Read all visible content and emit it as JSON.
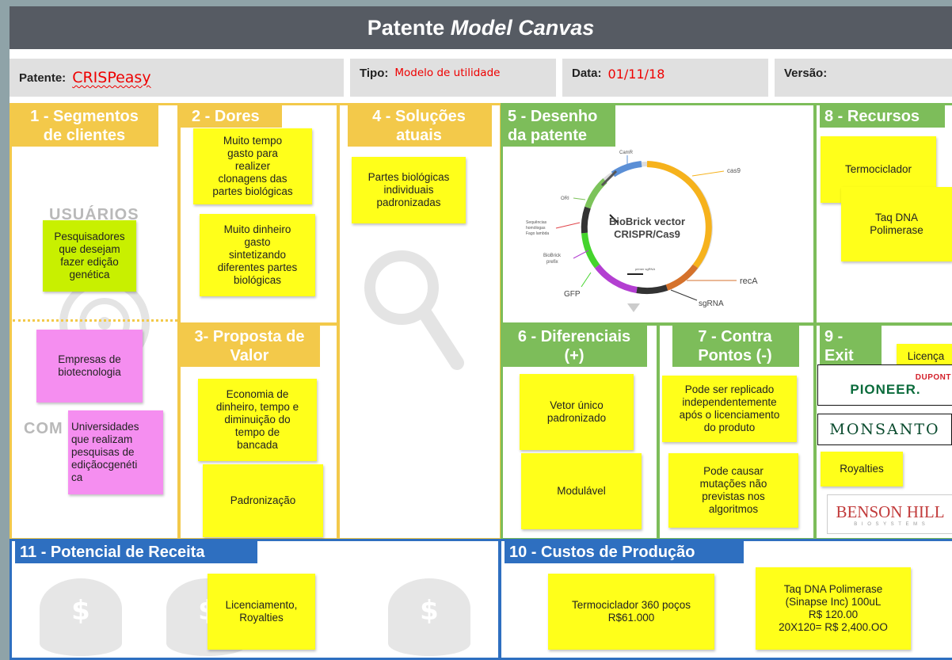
{
  "header": {
    "title_main": "Patente ",
    "title_italic": "Model Canvas"
  },
  "meta": {
    "patente_label": "Patente:",
    "patente_value": "CRISPeasy",
    "tipo_label": "Tipo:",
    "tipo_value": "Modelo de utilidade",
    "data_label": "Data:",
    "data_value": "01/11/18",
    "versao_label": "Versão:"
  },
  "sections": {
    "s1_line1": "1 - Segmentos",
    "s1_line2": "de clientes",
    "s2": "2 - Dores",
    "s3_line1": "3- Proposta de",
    "s3_line2": "Valor",
    "s4_line1": "4 - Soluções",
    "s4_line2": "atuais",
    "s5_line1": "5 - Desenho",
    "s5_line2": "da patente",
    "s6_line1": "6 - Diferenciais",
    "s6_line2": "(+)",
    "s7_line1": "7 - Contra",
    "s7_line2": "Pontos (-)",
    "s8": "8 - Recursos",
    "s9": "9 - Exit",
    "s10": "10 - Custos de Produção",
    "s11": "11 - Potencial de Receita"
  },
  "ghost": {
    "usuarios": "USUÁRIOS",
    "compradores": "COM"
  },
  "notes": {
    "pesquisadores": "Pesquisadores\nque desejam\nfazer edição\ngenética",
    "empresas": "Empresas de\nbiotecnologia",
    "universidades": "Universidades\nque realizam\npesquisas de\nediçãocgenéti\nca",
    "dor1": "Muito tempo\ngasto para\nrealizer\nclonagens das\npartes biológicas",
    "dor2": "Muito dinheiro\ngasto\nsintetizando\ndiferentes partes\nbiológicas",
    "prop1": "Economia de\ndinheiro, tempo e\ndiminuição do\ntempo de\nbancada",
    "prop2": "Padronização",
    "solucao1": "Partes biológicas\nindividuais\npadronizadas",
    "dif1": "Vetor único\npadronizado",
    "dif2": "Modulável",
    "contra1": "Pode ser replicado\nindependentemente\napós o licenciamento\ndo produto",
    "contra2": "Pode causar\nmutações não\nprevistas nos\nalgoritmos",
    "rec1": "Termociclador",
    "rec2": "Taq DNA\nPolimerase",
    "exit1": "Licença",
    "exit2": "Royalties",
    "receita1": "Licenciamento,\nRoyalties",
    "custo1": "Termociclador 360 poços\nR$61.000",
    "custo2": "Taq DNA Polimerase\n(Sinapse Inc) 100uL\nR$ 120.00\n20X120= R$ 2,400.OO"
  },
  "vector": {
    "title_line1": "BioBrick vector",
    "title_line2": "CRISPR/Cas9",
    "labels": {
      "camr": "CamR",
      "cas9": "cas9",
      "ori": "ORI",
      "seq1": "Sequências",
      "seq2": "homólogas",
      "seq3": "Fago lambda",
      "biobrick1": "BioBrick",
      "biobrick2": "prefix",
      "gfp": "GFP",
      "reca": "recA",
      "sgrna": "sgRNA",
      "primer": "primer sgRNA"
    }
  },
  "logos": {
    "dupont": "DUPONT",
    "pioneer": "PIONEER.",
    "monsanto": "MONSANTO",
    "benson": "BENSON HILL",
    "benson_sub": "B I O S Y S T E M S"
  },
  "colors": {
    "yellow_section": "#f3c94a",
    "green_section": "#7dbd5a",
    "blue_section": "#2e6fc0",
    "note_yellow": "#ffff1a",
    "note_lime": "#c8f000",
    "note_pink": "#f58ef0",
    "title_bar": "#565b63"
  }
}
